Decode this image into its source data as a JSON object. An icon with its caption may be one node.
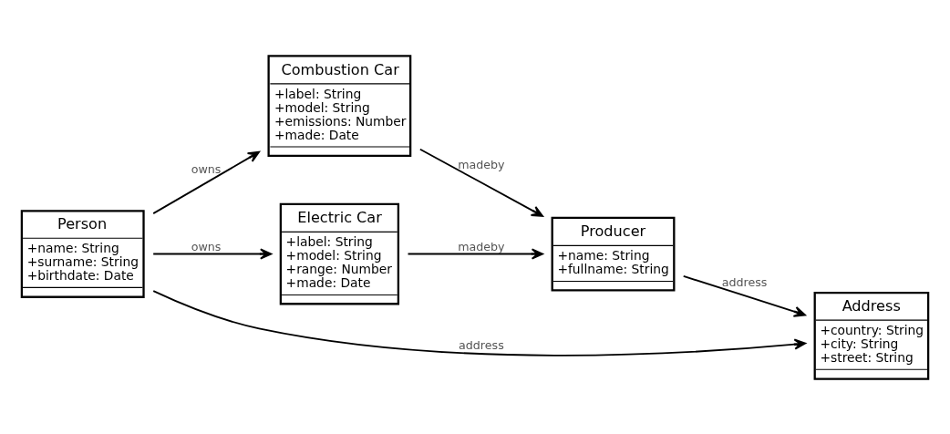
{
  "diagram": {
    "nodes": [
      {
        "text": [
          "Person",
          "+name: String",
          "+surname: String",
          "+birthdate: Date"
        ]
      },
      {
        "text": [
          "Combustion Car",
          "+label: String",
          "+model: String",
          "+emissions: Number",
          "+made: Date"
        ]
      },
      {
        "text": [
          "Producer",
          "+name: String",
          "+fullname: String"
        ]
      },
      {
        "text": [
          "Electric Car",
          "+label: String",
          "+model: String",
          "+range: Number",
          "+made: Date"
        ]
      },
      {
        "text": [
          "Address",
          "+country: String",
          "+city: String",
          "+street: String"
        ]
      }
    ],
    "edges": [
      {
        "from": 0,
        "to": 1,
        "arrow": "to",
        "label": "owns"
      },
      {
        "from": 1,
        "to": 2,
        "arrow": "to",
        "label": "madeby"
      },
      {
        "from": 0,
        "to": 3,
        "arrow": "to",
        "label": "owns"
      },
      {
        "from": 3,
        "to": 2,
        "arrow": "to",
        "label": "madeby"
      },
      {
        "from": 0,
        "to": 4,
        "arrow": "to",
        "label": "address"
      },
      {
        "from": 2,
        "to": 4,
        "arrow": "to",
        "label": "address"
      }
    ]
  }
}
